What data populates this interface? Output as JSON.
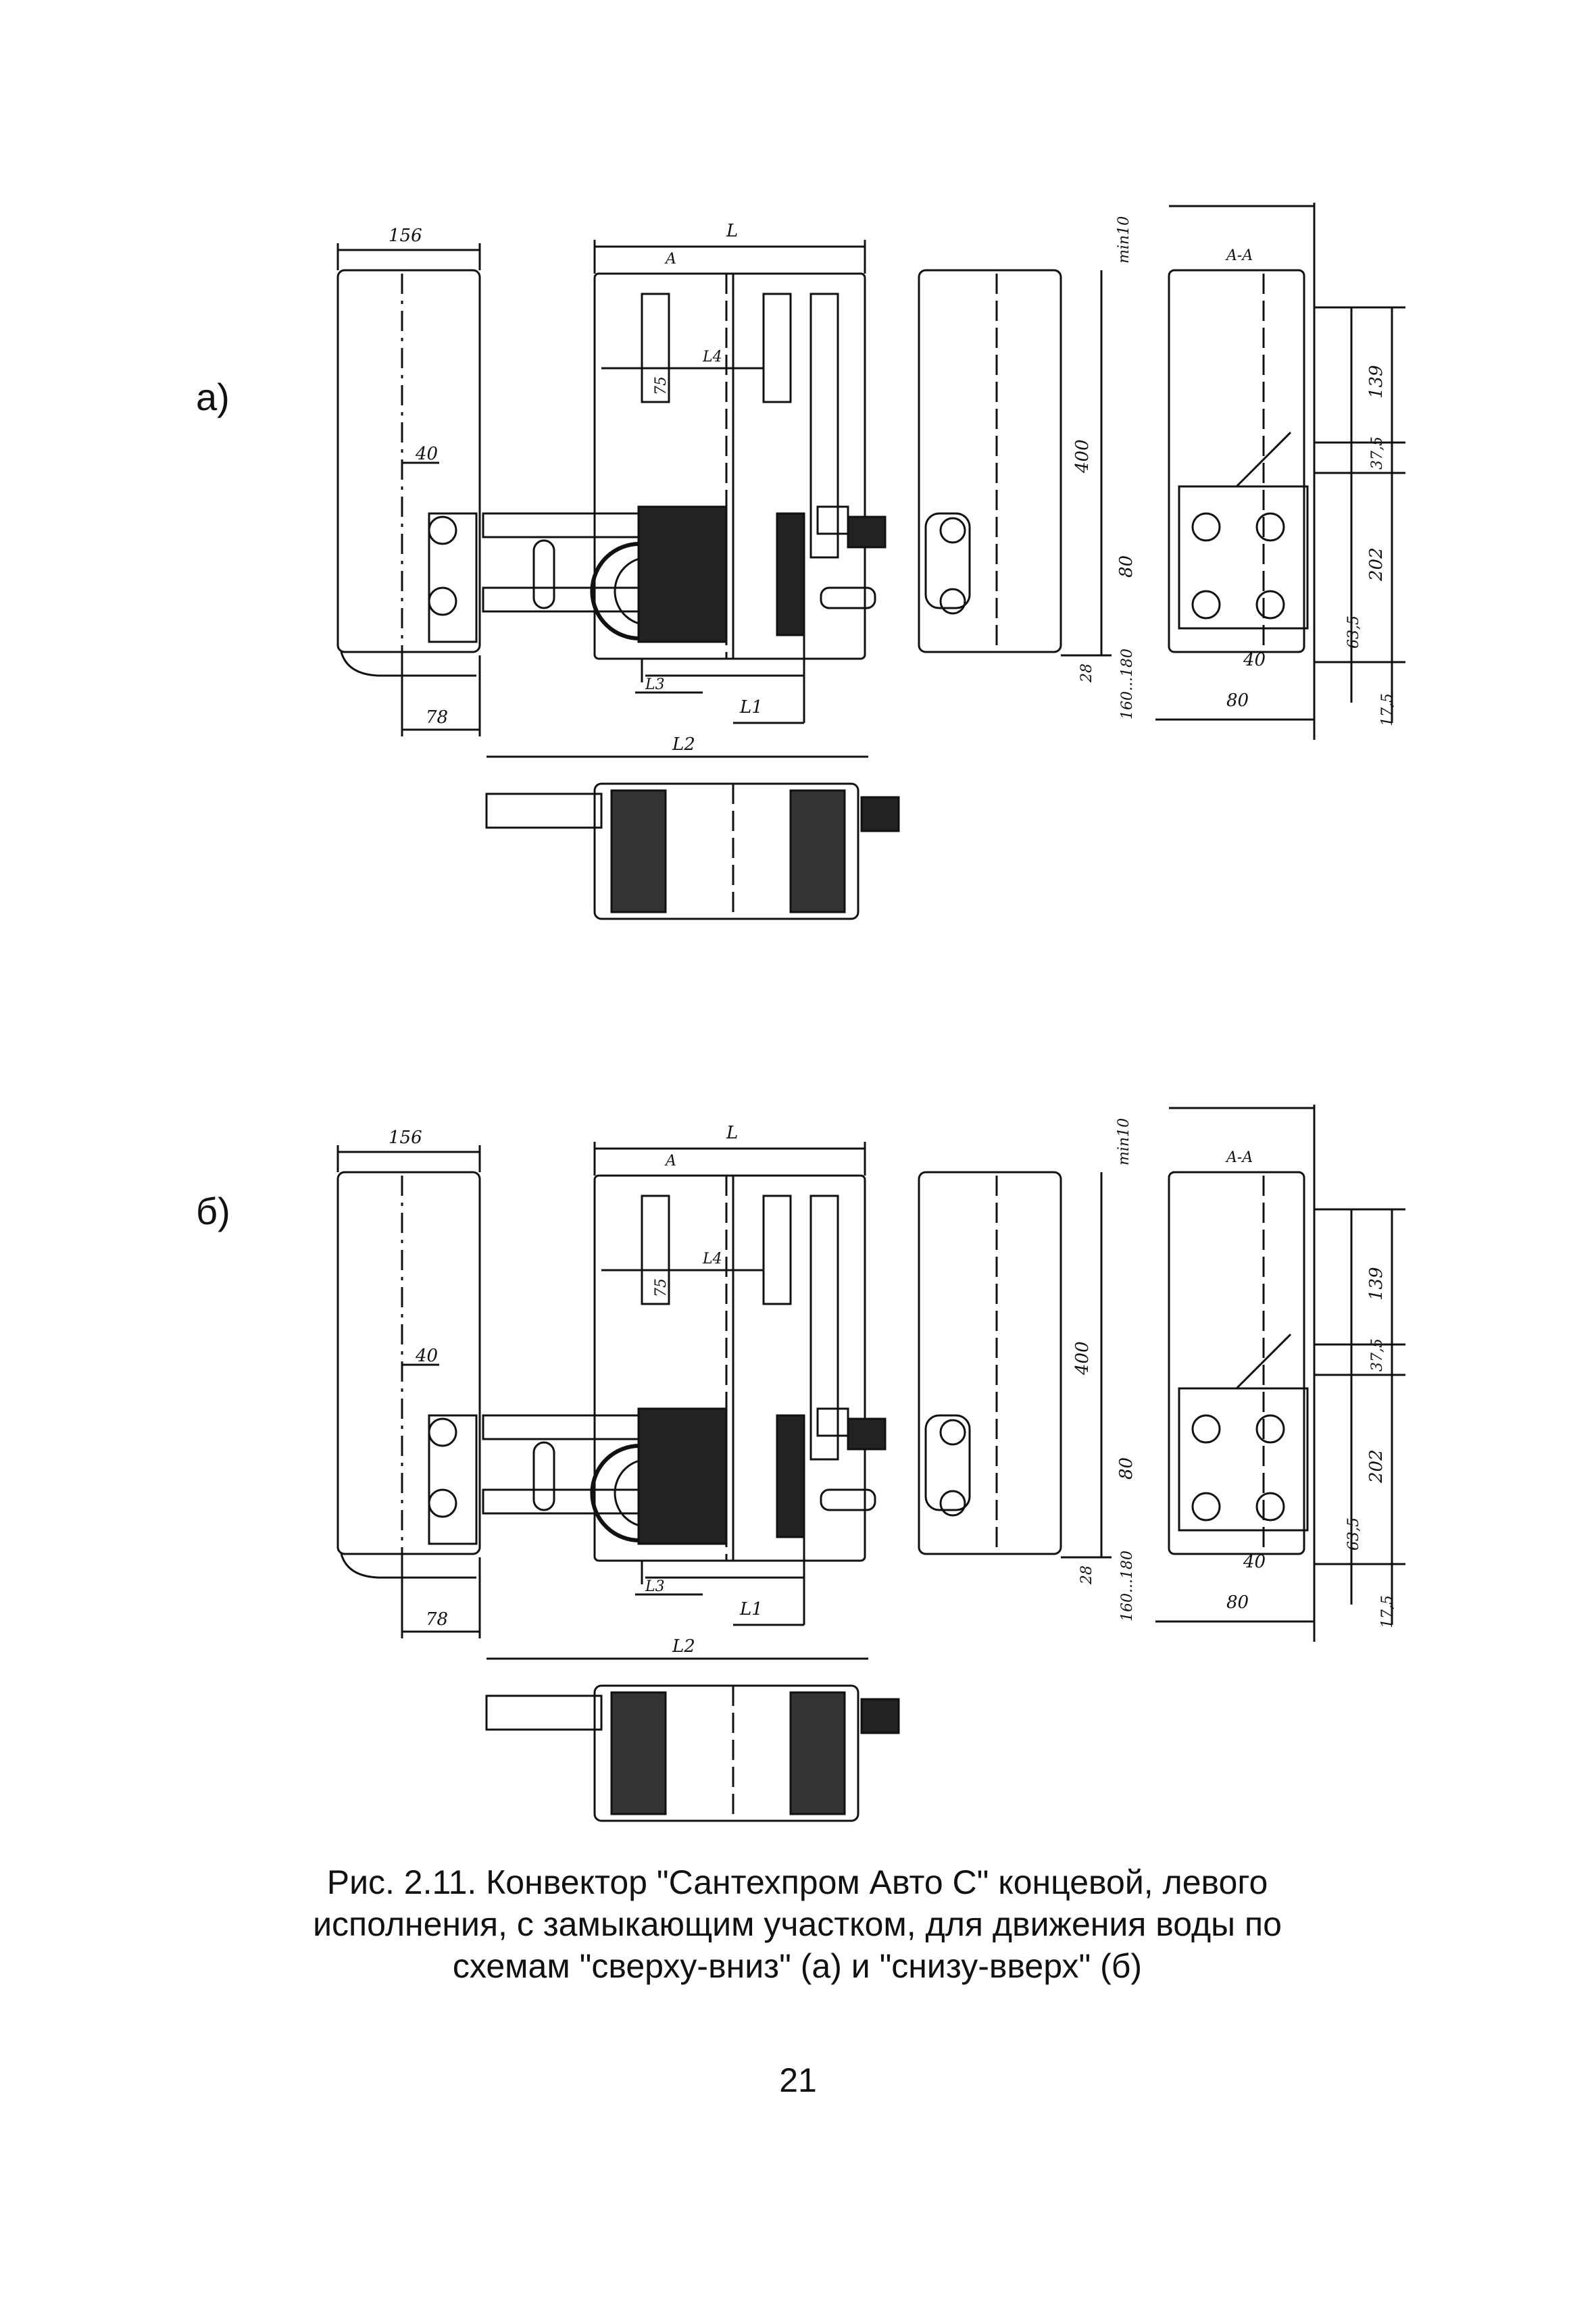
{
  "figure_a": {
    "label": "а)",
    "dims": {
      "d156": "156",
      "dL": "L",
      "dA": "A",
      "dAA": "A-A",
      "dmin": "min10",
      "dL4": "L4",
      "d75": "75",
      "d40": "40",
      "d400": "400",
      "d139": "139",
      "d375": "37,5",
      "d202": "202",
      "d80v": "80",
      "d635": "63,5",
      "d28": "28",
      "d160": "160...180",
      "d40b": "40",
      "d80b": "80",
      "d175": "17,5",
      "d78": "78",
      "dL3": "L3",
      "dL1": "L1",
      "dL2": "L2"
    }
  },
  "figure_b": {
    "label": "б)",
    "dims": {
      "d156": "156",
      "dL": "L",
      "dA": "A",
      "dAA": "A-A",
      "dmin": "min10",
      "dL4": "L4",
      "d75": "75",
      "d40": "40",
      "d400": "400",
      "d139": "139",
      "d375": "37,5",
      "d202": "202",
      "d80v": "80",
      "d635": "63,5",
      "d28": "28",
      "d160": "160...180",
      "d40b": "40",
      "d80b": "80",
      "d175": "17,5",
      "d78": "78",
      "dL3": "L3",
      "dL1": "L1",
      "dL2": "L2"
    }
  },
  "caption": {
    "line1": "Рис. 2.11. Конвектор \"Сантехпром Авто С\" концевой,  левого",
    "line2": "исполнения, с замыкающим участком, для движения воды по",
    "line3": "схемам \"сверху-вниз\"  (а)  и \"снизу-вверх\" (б)"
  },
  "page_number": "21"
}
